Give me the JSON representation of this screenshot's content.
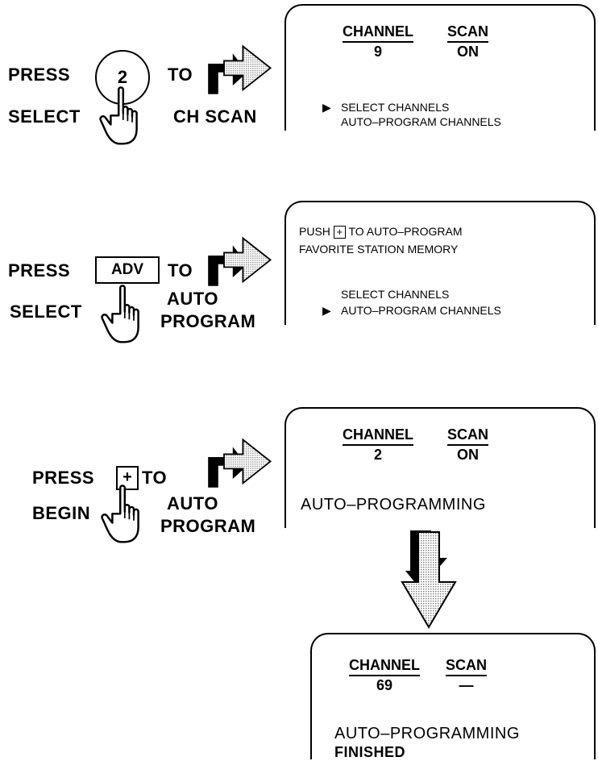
{
  "step1": {
    "press": "PRESS",
    "button": "2",
    "to": "TO",
    "select": "SELECT",
    "target": "CH SCAN",
    "screen": {
      "channel_title": "CHANNEL",
      "channel_value": "9",
      "scan_title": "SCAN",
      "scan_value": "ON",
      "menu_items": [
        "SELECT CHANNELS",
        "AUTO–PROGRAM CHANNELS"
      ],
      "selected_index": 0
    }
  },
  "step2": {
    "press": "PRESS",
    "button": "ADV",
    "to": "TO",
    "select": "SELECT",
    "target_line1": "AUTO",
    "target_line2": "PROGRAM",
    "screen": {
      "push_prefix": "PUSH",
      "push_key": "+",
      "push_suffix": "TO AUTO–PROGRAM",
      "push_line2": "FAVORITE STATION MEMORY",
      "menu_items": [
        "SELECT CHANNELS",
        "AUTO–PROGRAM CHANNELS"
      ],
      "selected_index": 1
    }
  },
  "step3": {
    "press": "PRESS",
    "button": "+",
    "to": "TO",
    "begin": "BEGIN",
    "target_line1": "AUTO",
    "target_line2": "PROGRAM",
    "screen": {
      "channel_title": "CHANNEL",
      "channel_value": "2",
      "scan_title": "SCAN",
      "scan_value": "ON",
      "status": "AUTO–PROGRAMMING"
    }
  },
  "step4": {
    "screen": {
      "channel_title": "CHANNEL",
      "channel_value": "69",
      "scan_title": "SCAN",
      "scan_value": "—",
      "status_line1": "AUTO–PROGRAMMING",
      "status_line2": "FINISHED"
    }
  },
  "icons": {
    "pointing_hand": "pointing-hand-icon",
    "right_arrow": "right-arrow-icon",
    "down_arrow": "down-arrow-icon",
    "selection_marker": "triangle-right-icon"
  },
  "colors": {
    "ink": "#000000",
    "paper": "#ffffff",
    "arrow_fill": "#c8c8c8"
  }
}
